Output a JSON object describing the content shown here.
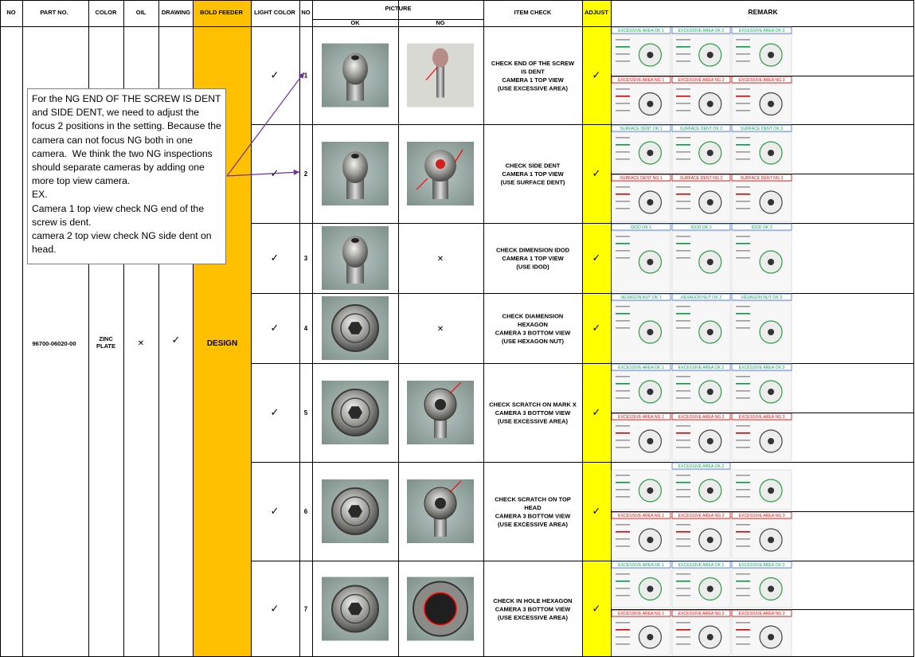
{
  "headers": {
    "no": "NO",
    "part_no": "PART NO.",
    "color": "COLOR",
    "oil": "OIL",
    "drawing": "DRAWING",
    "bold_feeder": "BOLD FEEDER",
    "light_color": "LIGHT COLOR",
    "no2": "NO",
    "picture": "PICTURE",
    "ok": "OK",
    "ng": "NG",
    "item_check": "ITEM CHECK",
    "adjust": "ADJUST",
    "remark": "REMARK"
  },
  "part": {
    "part_no": "96700-06020-00",
    "color_line1": "ZINC",
    "color_line2": "PLATE",
    "oil": "✕",
    "drawing": "✓",
    "bold_feeder": "DESIGN"
  },
  "colors": {
    "bold_feeder_fill": "#FFC000",
    "adjust_fill": "#FFFF00",
    "ok_caption": "#00B050",
    "ng_caption": "#FF0000",
    "caption_box_border": "#4472C4",
    "arrow": "#7030A0"
  },
  "note": {
    "text": "For the NG END OF THE SCREW IS DENT and SIDE DENT, we need to adjust the focus 2 positions in the setting. Because the camera can not focus NG both in one camera.  We think the two NG inspections should separate cameras by adding one more top view camera.\nEX.\nCamera 1 top view check NG end of the screw is dent.\ncamera 2 top view check NG side dent on head."
  },
  "rows": [
    {
      "no": "1",
      "light": "✓",
      "adjust": "✓",
      "ng_mark": "",
      "item_lines": [
        "CHECK END OF THE SCREW",
        "IS DENT",
        "CAMERA 1 TOP VIEW",
        "(USE EXCESSIVE AREA)"
      ],
      "remark_ok": [
        "EXCESSIVE AREA OK 1",
        "EXCESSIVE AREA OK 2",
        "EXCESSIVE AREA OK 3"
      ],
      "remark_ng": [
        "EXCESSIVE AREA NG 1",
        "EXCESSIVE AREA NG 2",
        "EXCESSIVE AREA NG 3"
      ]
    },
    {
      "no": "2",
      "light": "✓",
      "adjust": "✓",
      "ng_mark": "",
      "item_lines": [
        "CHECK SIDE DENT",
        "CAMERA 1 TOP VIEW",
        "(USE SURFACE DENT)"
      ],
      "remark_ok": [
        "SURFACE DENT OK 1",
        "SURFACE DENT OK 2",
        "SURFACE DENT OK 3"
      ],
      "remark_ng": [
        "SURFACE DENT NG 1",
        "SURFACE DENT NG 2",
        "SURFACE DENT NG 3"
      ]
    },
    {
      "no": "3",
      "light": "✓",
      "adjust": "✓",
      "ng_mark": "✕",
      "item_lines": [
        "CHECK DIMENSION IDOD",
        "CAMERA 1 TOP VIEW",
        "(USE IDOD)"
      ],
      "remark_ok": [
        "IDOD OK 1",
        "IDOD OK 2",
        "IDOD OK 3"
      ],
      "remark_ng": []
    },
    {
      "no": "4",
      "light": "✓",
      "adjust": "✓",
      "ng_mark": "✕",
      "item_lines": [
        "CHECK DIAMENSION",
        "HEXAGON",
        "CAMERA 3 BOTTOM VIEW",
        "(USE HEXAGON NUT)"
      ],
      "remark_ok": [
        "HEXAGON NUT OK 1",
        "HEXAGON NUT OK 2",
        "HEXAGON NUT OK 3"
      ],
      "remark_ng": []
    },
    {
      "no": "5",
      "light": "✓",
      "adjust": "✓",
      "ng_mark": "",
      "item_lines": [
        "CHECK SCRATCH ON MARK X",
        "CAMERA 3 BOTTOM VIEW",
        "(USE EXCESSIVE AREA)"
      ],
      "remark_ok": [
        "EXCESSIVE AREA OK 1",
        "EXCESSIVE AREA OK 2",
        "EXCESSIVE AREA OK 3"
      ],
      "remark_ng": [
        "EXCESSIVE AREA NG 1",
        "EXCESSIVE AREA NG 2",
        "EXCESSIVE AREA NG 3"
      ]
    },
    {
      "no": "6",
      "light": "✓",
      "adjust": "✓",
      "ng_mark": "",
      "item_lines": [
        "CHECK SCRATCH ON TOP",
        "HEAD",
        "CAMERA 3 BOTTOM VIEW",
        "(USE EXCESSIVE AREA)"
      ],
      "remark_ok": [
        "",
        "EXCESSIVE AREA OK 2",
        ""
      ],
      "remark_ng": [
        "EXCESSIVE AREA NG 1",
        "EXCESSIVE AREA NG 2",
        "EXCESSIVE AREA NG 3"
      ]
    },
    {
      "no": "7",
      "light": "✓",
      "adjust": "✓",
      "ng_mark": "",
      "item_lines": [
        "CHECK IN HOLE HEXAGON",
        "CAMERA 3 BOTTOM VIEW",
        "(USE EXCESSIVE AREA)"
      ],
      "remark_ok": [
        "EXCESSIVE AREA OK 1",
        "EXCESSIVE AREA OK 2",
        "EXCESSIVE AREA OK 3"
      ],
      "remark_ng": [
        "EXCESSIVE AREA NG 1",
        "EXCESSIVE AREA NG 2",
        "EXCESSIVE AREA NG 3"
      ]
    }
  ]
}
